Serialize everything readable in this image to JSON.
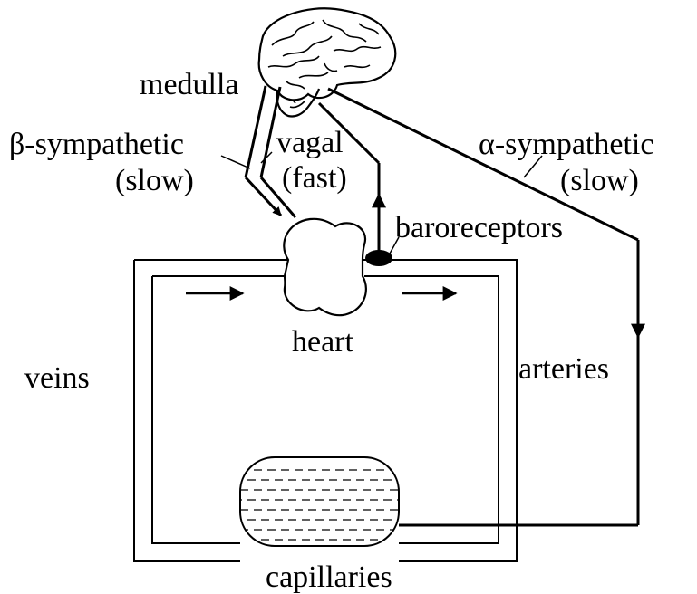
{
  "diagram": {
    "labels": {
      "medulla": "medulla",
      "beta_sympathetic": "β-sympathetic",
      "beta_speed": "(slow)",
      "vagal": "vagal",
      "vagal_speed": "(fast)",
      "alpha_sympathetic": "α-sympathetic",
      "alpha_speed": "(slow)",
      "baroreceptors": "baroreceptors",
      "heart": "heart",
      "veins": "veins",
      "arteries": "arteries",
      "capillaries": "capillaries"
    },
    "colors": {
      "stroke": "#000000",
      "background": "#ffffff"
    },
    "icons": {
      "brain": "brain-icon",
      "capillary_bed": "capillary-bed-icon",
      "baroreceptor": "baroreceptor-icon"
    }
  }
}
